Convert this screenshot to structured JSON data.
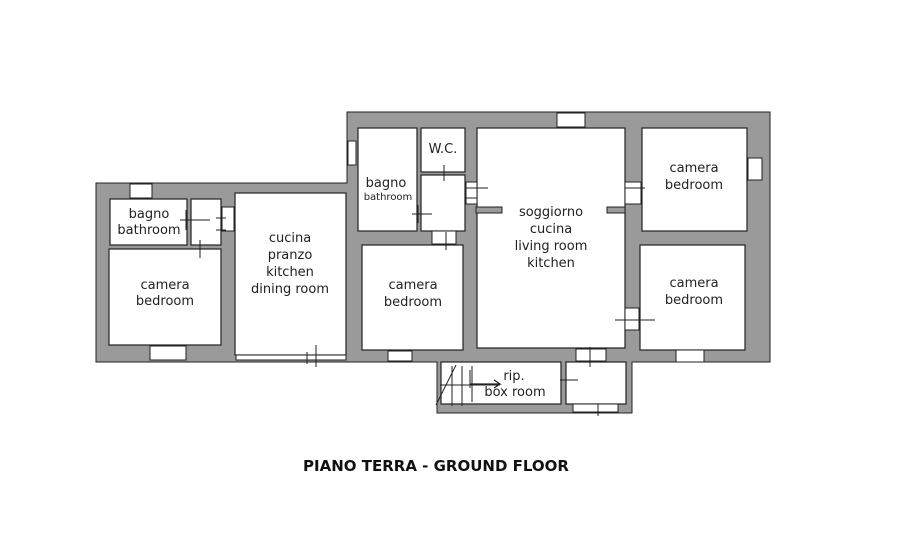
{
  "plan": {
    "title": "PIANO TERRA - GROUND FLOOR",
    "wall_color": "#9a9a9a",
    "rooms": {
      "left_bathroom": [
        "bagno",
        "bathroom"
      ],
      "left_bedroom": [
        "camera",
        "bedroom"
      ],
      "kitchen_dining": [
        "cucina",
        "pranzo",
        "kitchen",
        "dining room"
      ],
      "mid_bathroom": [
        "bagno",
        "bathroom"
      ],
      "wc": [
        "W.C."
      ],
      "mid_bedroom": [
        "camera",
        "bedroom"
      ],
      "living": [
        "soggiorno",
        "cucina",
        "living room",
        "kitchen"
      ],
      "right_top_bedroom": [
        "camera",
        "bedroom"
      ],
      "right_bottom_bedroom": [
        "camera",
        "bedroom"
      ],
      "box_room": [
        "rip.",
        "box room"
      ]
    }
  }
}
